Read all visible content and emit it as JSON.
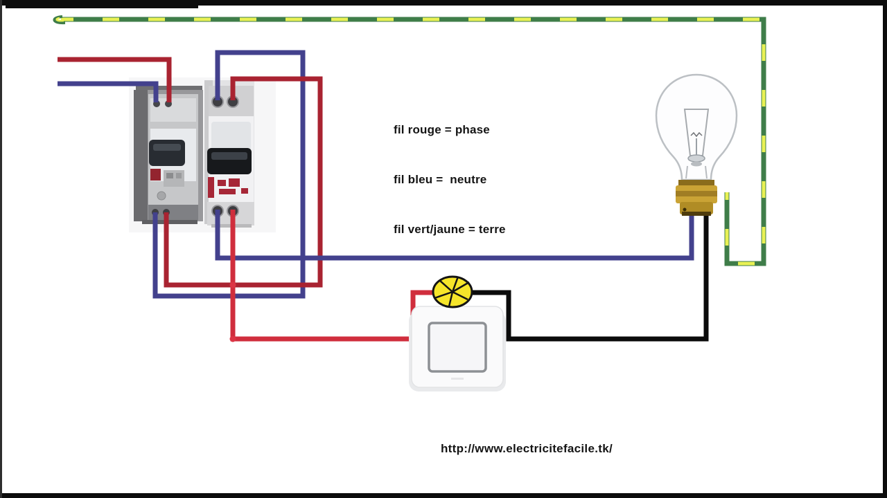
{
  "legend": {
    "lines": [
      "fil rouge = phase",
      "fil bleu =  neutre",
      "fil vert/jaune = terre"
    ]
  },
  "footer": {
    "url_text": "http://www.electricitefacile.tk/"
  },
  "colors": {
    "phase_red": "#a92331",
    "phase_red_bright": "#d02e3d",
    "neutral_blue": "#43418d",
    "earth_green": "#3f7d49",
    "earth_yellow": "#e9f154",
    "wire_black": "#0b0b0b",
    "dcl_yellow": "#f6e52a",
    "junction_red": "#dc3545",
    "frame_black": "#0c0c0c"
  }
}
